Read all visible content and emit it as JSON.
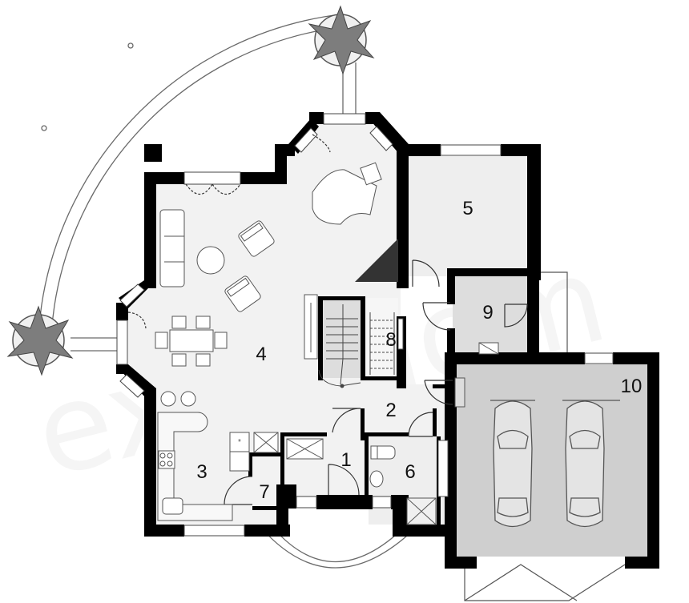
{
  "floor_plan": {
    "rooms": [
      {
        "id": "1",
        "label": "1"
      },
      {
        "id": "2",
        "label": "2"
      },
      {
        "id": "3",
        "label": "3"
      },
      {
        "id": "4",
        "label": "4"
      },
      {
        "id": "5",
        "label": "5"
      },
      {
        "id": "6",
        "label": "6"
      },
      {
        "id": "7",
        "label": "7"
      },
      {
        "id": "8",
        "label": "8"
      },
      {
        "id": "9",
        "label": "9"
      },
      {
        "id": "10",
        "label": "10"
      }
    ],
    "watermark": "extradom",
    "colors": {
      "wall": "#000000",
      "living_floor": "#f2f2f2",
      "service_floor": "#dddddd",
      "garage_floor": "#cfcfcf",
      "outline": "#555555",
      "plant": "#7d7d7d"
    }
  }
}
